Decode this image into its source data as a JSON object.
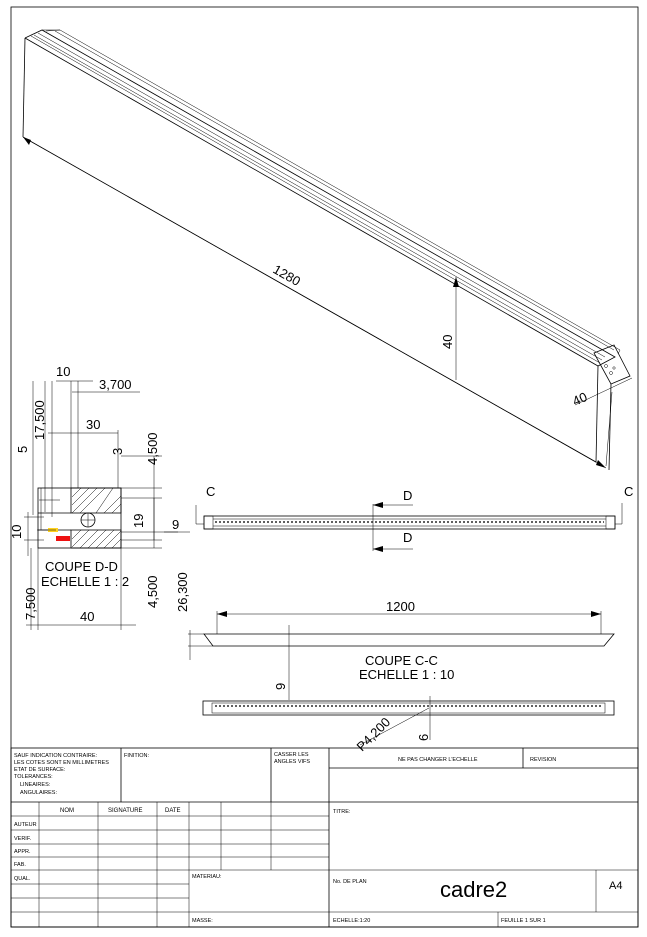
{
  "drawing": {
    "iso_dims": {
      "length": "1280",
      "height": "40",
      "width": "40"
    },
    "section_dd": {
      "dims": {
        "d10": "10",
        "d3700": "3,700",
        "d17500": "17,500",
        "d30": "30",
        "d3": "3",
        "d4500a": "4,500",
        "d5": "5",
        "d10b": "10",
        "d19": "19",
        "d7500": "7,500",
        "d4500b": "4,500",
        "d40": "40"
      },
      "title": "COUPE D-D",
      "scale": "ECHELLE 1 : 2"
    },
    "section_cc": {
      "letter_c_left": "C",
      "letter_c_right": "C",
      "letter_d_top": "D",
      "letter_d_bottom": "D",
      "dim_9": "9",
      "dim_26300": "26,300",
      "dim_1200": "1200",
      "dim_9b": "9",
      "title": "COUPE C-C",
      "scale": "ECHELLE 1 : 10",
      "dim_p4200": "P4,200",
      "dim_6": "6"
    }
  },
  "title_block": {
    "general": [
      "SAUF INDICATION CONTRAIRE:",
      "LES COTES SONT EN MILLIMETRES",
      "ETAT DE SURFACE:",
      "TOLERANCES:",
      "LINEAIRES:",
      "ANGULAIRES:"
    ],
    "finition": "FINITION:",
    "casser": [
      "CASSER LES",
      "ANGLES VIFS"
    ],
    "ne_pas_changer": "NE PAS CHANGER L'ECHELLE",
    "revision": "REVISION",
    "col_nom": "NOM",
    "col_signature": "SIGNATURE",
    "col_date": "DATE",
    "rows": [
      "AUTEUR",
      "VERIF.",
      "APPR.",
      "FAB.",
      "QUAL."
    ],
    "titre": "TITRE:",
    "materiau": "MATERIAU:",
    "no_plan": "No. DE PLAN",
    "part_name": "cadre2",
    "format": "A4",
    "masse": "MASSE:",
    "echelle": "ECHELLE:1:20",
    "feuille": "FEUILLE 1 SUR 1"
  }
}
